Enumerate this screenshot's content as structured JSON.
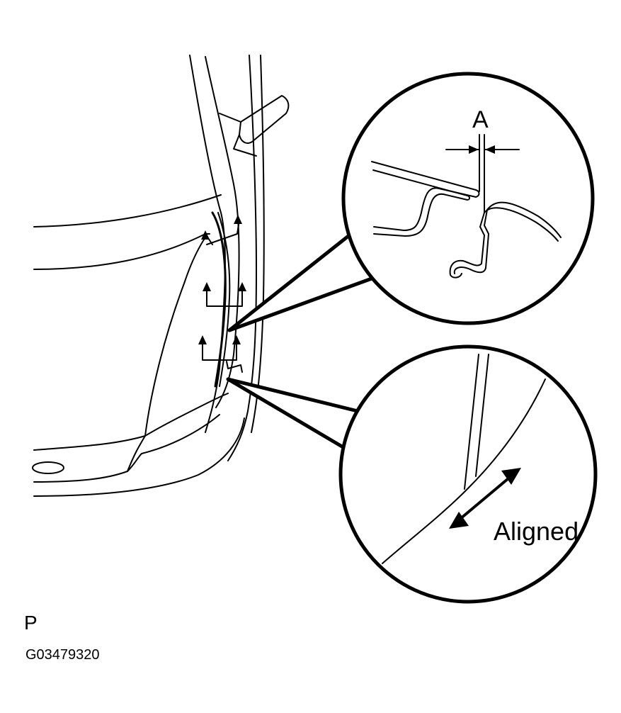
{
  "figure": {
    "callout_top": {
      "gap_label": "A"
    },
    "callout_bottom": {
      "alignment_label": "Aligned"
    },
    "view_letter": "P",
    "figure_code": "G03479320"
  },
  "colors": {
    "line": "#000000",
    "background": "#ffffff"
  }
}
